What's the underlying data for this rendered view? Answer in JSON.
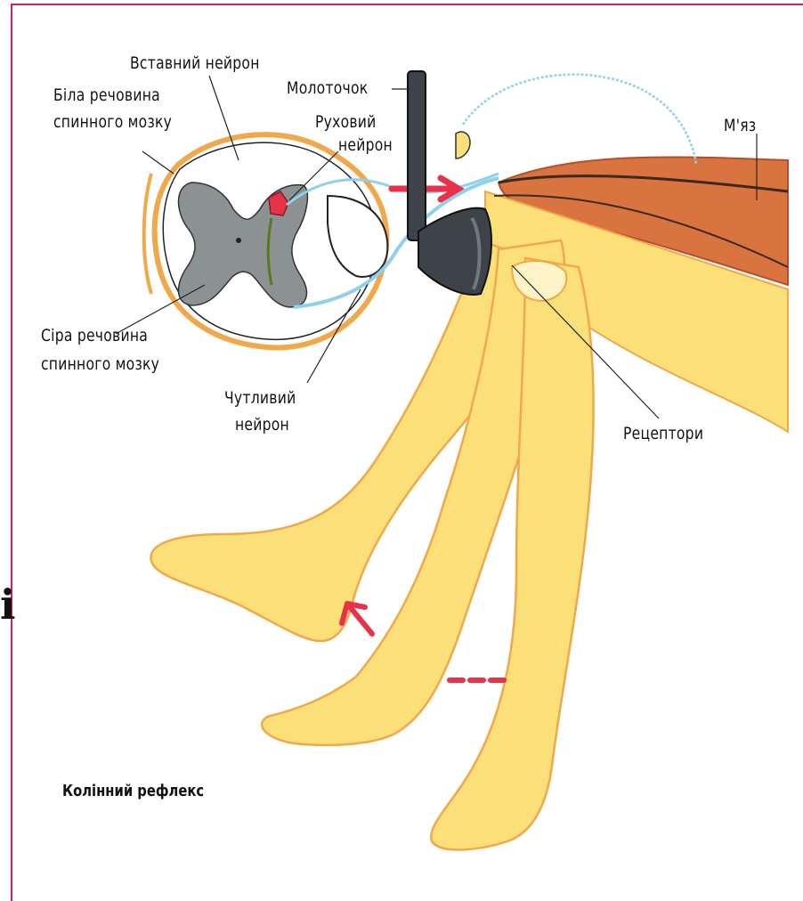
{
  "labels": {
    "intercalary_neuron": "Вставний нейрон",
    "white_matter_line1": "Біла речовина",
    "white_matter_line2": "спинного мозку",
    "hammer": "Молоточок",
    "motor_neuron_line1": "Руховий",
    "motor_neuron_line2": "нейрон",
    "muscle": "М'яз",
    "gray_matter_line1": "Сіра речовина",
    "gray_matter_line2": "спинного мозку",
    "sensory_neuron_line1": "Чутливий",
    "sensory_neuron_line2": "нейрон",
    "receptors": "Рецептори"
  },
  "caption": "Колінний рефлекс",
  "edge_char": "і",
  "colors": {
    "frame": "#d21e6a",
    "skin": "#fbe07a",
    "skin_outline": "#f0a84a",
    "gray_matter": "#8c9194",
    "muscle": "#d9733f",
    "nerve": "#8fd0ec",
    "arrow": "#e8324a",
    "hammer": "#3d4348"
  }
}
